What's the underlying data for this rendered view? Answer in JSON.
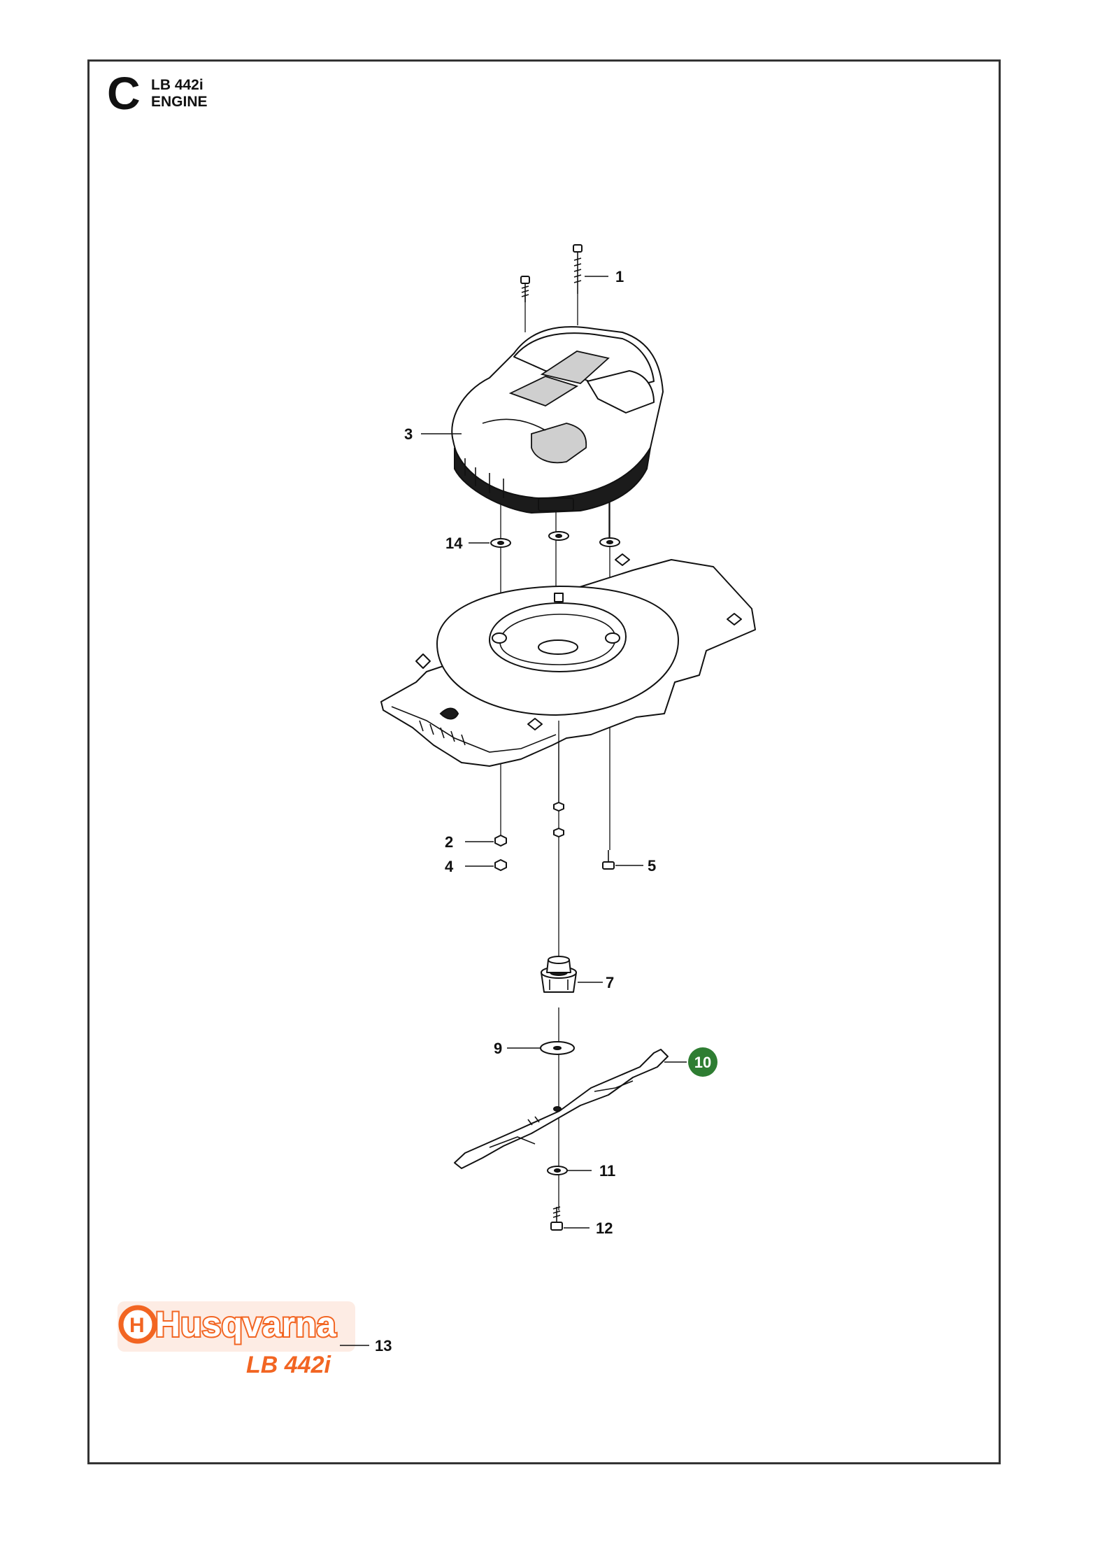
{
  "section": {
    "letter": "C",
    "model": "LB 442i",
    "name": "ENGINE"
  },
  "callouts": [
    {
      "id": "1",
      "label": "1",
      "highlighted": false
    },
    {
      "id": "2",
      "label": "2",
      "highlighted": false
    },
    {
      "id": "3",
      "label": "3",
      "highlighted": false
    },
    {
      "id": "4",
      "label": "4",
      "highlighted": false
    },
    {
      "id": "5",
      "label": "5",
      "highlighted": false
    },
    {
      "id": "7",
      "label": "7",
      "highlighted": false
    },
    {
      "id": "9",
      "label": "9",
      "highlighted": false
    },
    {
      "id": "10",
      "label": "10",
      "highlighted": true
    },
    {
      "id": "11",
      "label": "11",
      "highlighted": false
    },
    {
      "id": "12",
      "label": "12",
      "highlighted": false
    },
    {
      "id": "13",
      "label": "13",
      "highlighted": false
    },
    {
      "id": "14",
      "label": "14",
      "highlighted": false
    }
  ],
  "decal": {
    "brand": "Husqvarna",
    "model": "LB 442i"
  },
  "colors": {
    "highlight": "#2e7d32",
    "decal_orange": "#f26522",
    "frame": "#333333"
  }
}
